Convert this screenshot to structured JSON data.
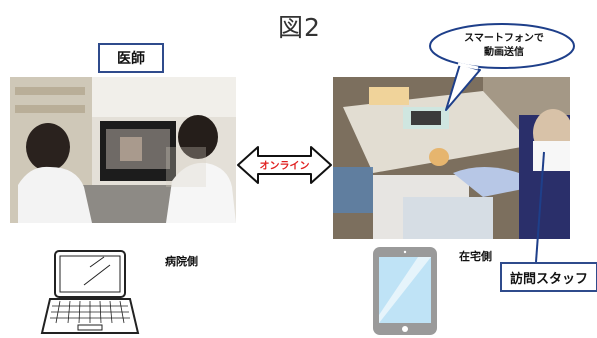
{
  "figure": {
    "title": "図2"
  },
  "labels": {
    "doctor": "医師",
    "staff": "訪問スタッフ",
    "hospital_side": "病院側",
    "home_side": "在宅側"
  },
  "arrow": {
    "label": "オンライン",
    "label_color": "#e02020"
  },
  "callout": {
    "line1": "スマートフォンで",
    "line2": "動画送信"
  },
  "colors": {
    "box_border": "#2f4b8c",
    "line": "#1e3f8a"
  },
  "icons": [
    "laptop-icon",
    "tablet-icon"
  ]
}
